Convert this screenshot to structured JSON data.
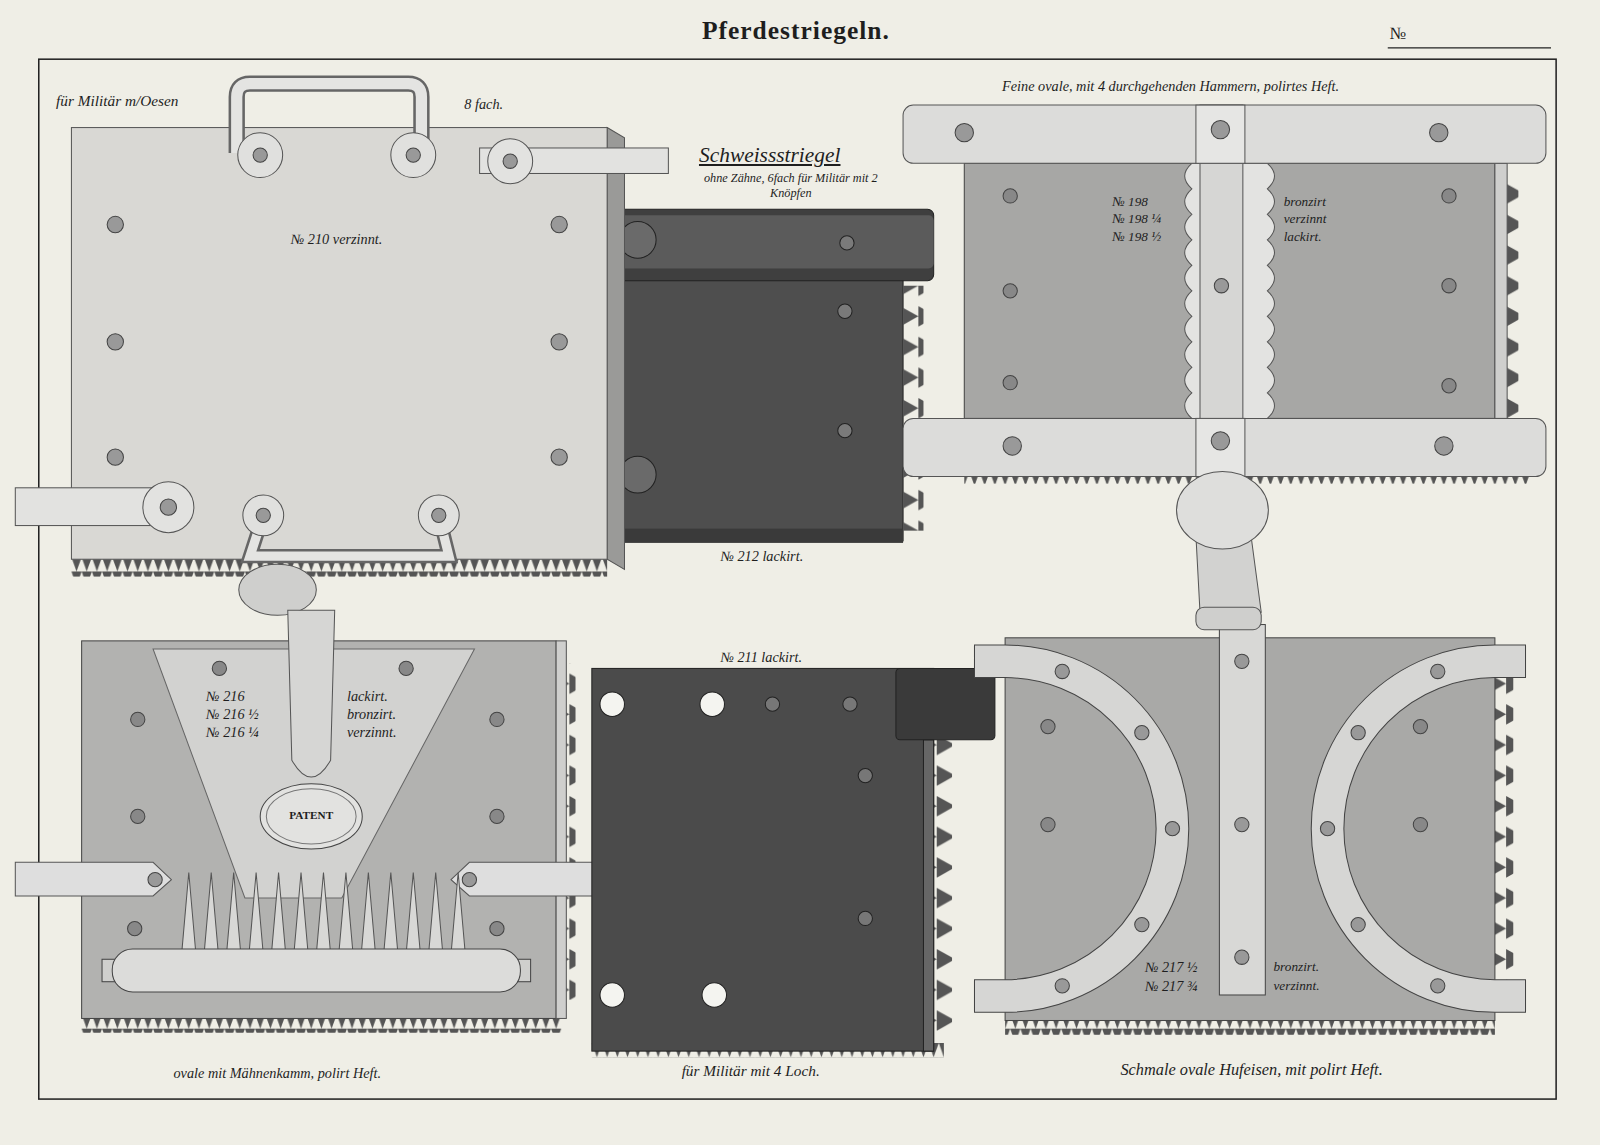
{
  "diagram": {
    "title": "Pferdestriegeln.",
    "labels": [
      "№",
      "für Militär m/Oesen",
      "8 fach.",
      "№ 210 verzinnt.",
      "Schweissstriegel",
      "ohne Zähne, 6fach für Militär mit 2 Knöpfen",
      "№ 212 lackirt.",
      "Feine ovale, mit 4 durchgehenden Hammern, polirtes Heft.",
      "№ 198",
      "№ 198 ¼",
      "№ 198 ½",
      "bronzirt",
      "verzinnt",
      "lackirt.",
      "№ 216",
      "№ 216 ½",
      "№ 216 ¼",
      "lackirt.",
      "bronzirt.",
      "verzinnt.",
      "PATENT",
      "№ 211 lackirt.",
      "№ 217 ½",
      "№ 217 ¾",
      "bronzirt.",
      "verzinnt.",
      "ovale mit Mähnenkamm, polirt Heft.",
      "für Militär mit 4 Loch.",
      "Schmale ovale Hufeisen, mit polirt Heft."
    ]
  }
}
